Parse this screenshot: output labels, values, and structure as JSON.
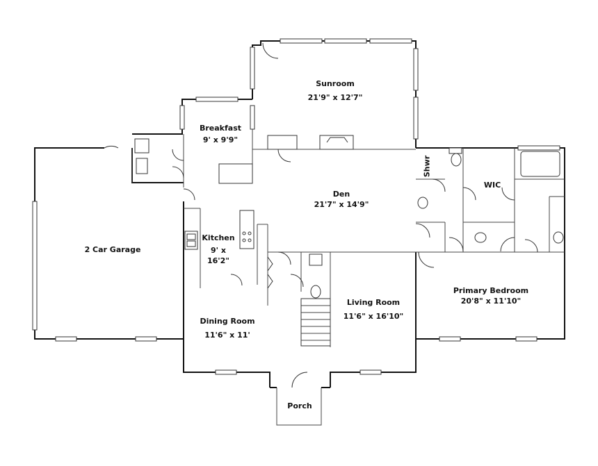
{
  "plan": {
    "rooms": [
      {
        "id": "sunroom",
        "name": "Sunroom",
        "dimensions": "21'9\" x 12'7\""
      },
      {
        "id": "breakfast",
        "name": "Breakfast",
        "dimensions": "9' x 9'9\""
      },
      {
        "id": "den",
        "name": "Den",
        "dimensions": "21'7\" x 14'9\""
      },
      {
        "id": "shwr",
        "name": "Shwr",
        "dimensions": ""
      },
      {
        "id": "wic",
        "name": "WIC",
        "dimensions": ""
      },
      {
        "id": "garage",
        "name": "2 Car Garage",
        "dimensions": ""
      },
      {
        "id": "kitchen",
        "name": "Kitchen",
        "dimensions": "9' x 16'2\""
      },
      {
        "id": "primary-bedroom",
        "name": "Primary Bedroom",
        "dimensions": "20'8\" x 11'10\""
      },
      {
        "id": "living-room",
        "name": "Living Room",
        "dimensions": "11'6\" x 16'10\""
      },
      {
        "id": "dining-room",
        "name": "Dining Room",
        "dimensions": "11'6\" x 11'"
      },
      {
        "id": "porch",
        "name": "Porch",
        "dimensions": ""
      }
    ],
    "kitchen_dim_lines": [
      "9' x",
      "16'2\""
    ]
  }
}
